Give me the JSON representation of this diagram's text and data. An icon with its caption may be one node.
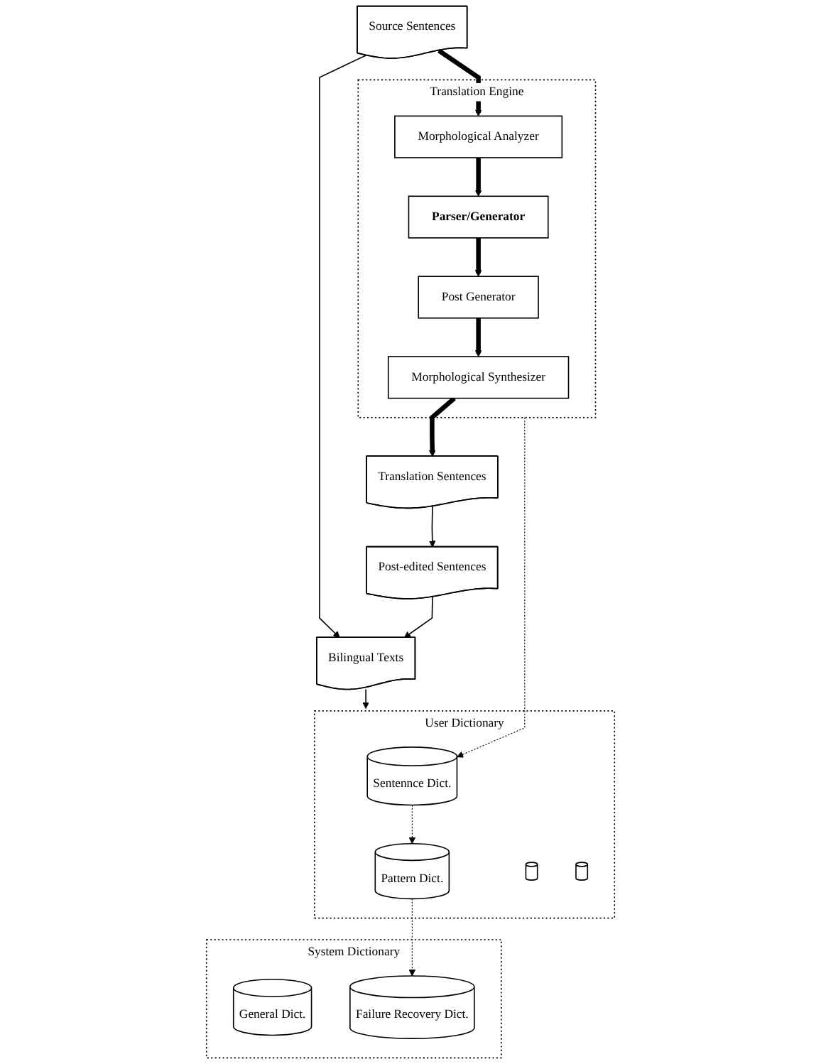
{
  "diagram": {
    "nodes": [
      {
        "text": [
          "Source Sentences"
        ]
      },
      {
        "text": [
          "Post-edited Sentences"
        ]
      },
      {
        "text": [
          "Translation Sentences"
        ]
      },
      {
        "text": [
          "Bilingual Texts"
        ]
      },
      {
        "text": [
          "Translation Engine"
        ]
      },
      {
        "text": [
          "Morphological Synthesizer"
        ],
        "in": 4
      },
      {
        "text": [
          "Morphological Analyzer"
        ],
        "in": 4
      },
      {
        "text": [
          "Post Generator"
        ],
        "in": 4
      },
      {
        "text": [
          "Parser/Generator"
        ],
        "in": 4
      },
      {
        "text": [
          "User Dictionary"
        ]
      },
      {
        "text": [
          "Sentennce Dict."
        ],
        "in": 9
      },
      {
        "text": [
          "Pattern Dict."
        ],
        "in": 9
      },
      {
        "text": [],
        "shape": "cylinder",
        "in": 9
      },
      {
        "text": [],
        "shape": "cylinder",
        "in": 9
      },
      {
        "text": [
          "System Dictionary"
        ]
      },
      {
        "text": [
          "General Dict."
        ],
        "in": 14
      },
      {
        "text": [
          "Failure Recovery Dict."
        ],
        "in": 14
      }
    ],
    "edges": [
      {
        "from": 0,
        "to": 3,
        "arrow": "to"
      },
      {
        "from": 0,
        "to": 6,
        "arrow": "to",
        "style": "thick"
      },
      {
        "from": 2,
        "to": 1,
        "arrow": "to"
      },
      {
        "from": 1,
        "to": 3,
        "arrow": "to"
      },
      {
        "from": 5,
        "to": 2,
        "arrow": "to",
        "style": "thick"
      },
      {
        "from": 7,
        "to": 5,
        "arrow": "to",
        "style": "thick"
      },
      {
        "from": 8,
        "to": 7,
        "arrow": "to",
        "style": "thick"
      },
      {
        "from": 6,
        "to": 8,
        "arrow": "to",
        "style": "thick"
      },
      {
        "from": 3,
        "to": 9,
        "arrow": "to"
      },
      {
        "from": 4,
        "to": 10,
        "arrow": "to",
        "style": "dashed"
      },
      {
        "from": 10,
        "to": 11,
        "arrow": "to",
        "style": "dashed"
      },
      {
        "from": 11,
        "to": 16,
        "arrow": "to",
        "style": "dashed"
      }
    ]
  }
}
